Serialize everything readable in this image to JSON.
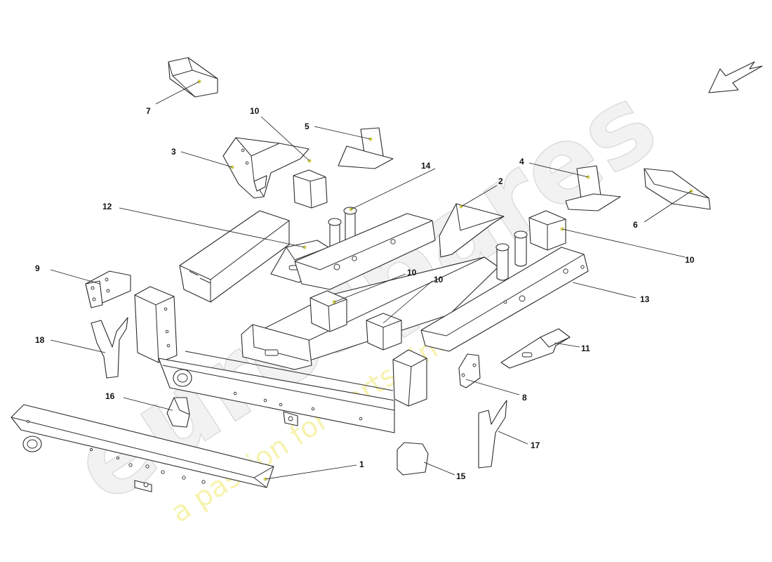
{
  "watermark": {
    "brand": "eurospares",
    "tagline": "a passion for parts since 1985"
  },
  "callouts": {
    "c1": "1",
    "c2": "2",
    "c3": "3",
    "c4": "4",
    "c5": "5",
    "c6": "6",
    "c7": "7",
    "c8": "8",
    "c9": "9",
    "c10a": "10",
    "c10b": "10",
    "c10c": "10",
    "c10d": "10",
    "c11": "11",
    "c12": "12",
    "c13": "13",
    "c14": "14",
    "c15": "15",
    "c16": "16",
    "c17": "17",
    "c18": "18"
  },
  "colors": {
    "outline": "#2b2b2b",
    "marker": "#e8e34a",
    "watermark_tag": "#f6f3b0"
  },
  "icons": {
    "direction": "arrow-down-left-icon"
  }
}
